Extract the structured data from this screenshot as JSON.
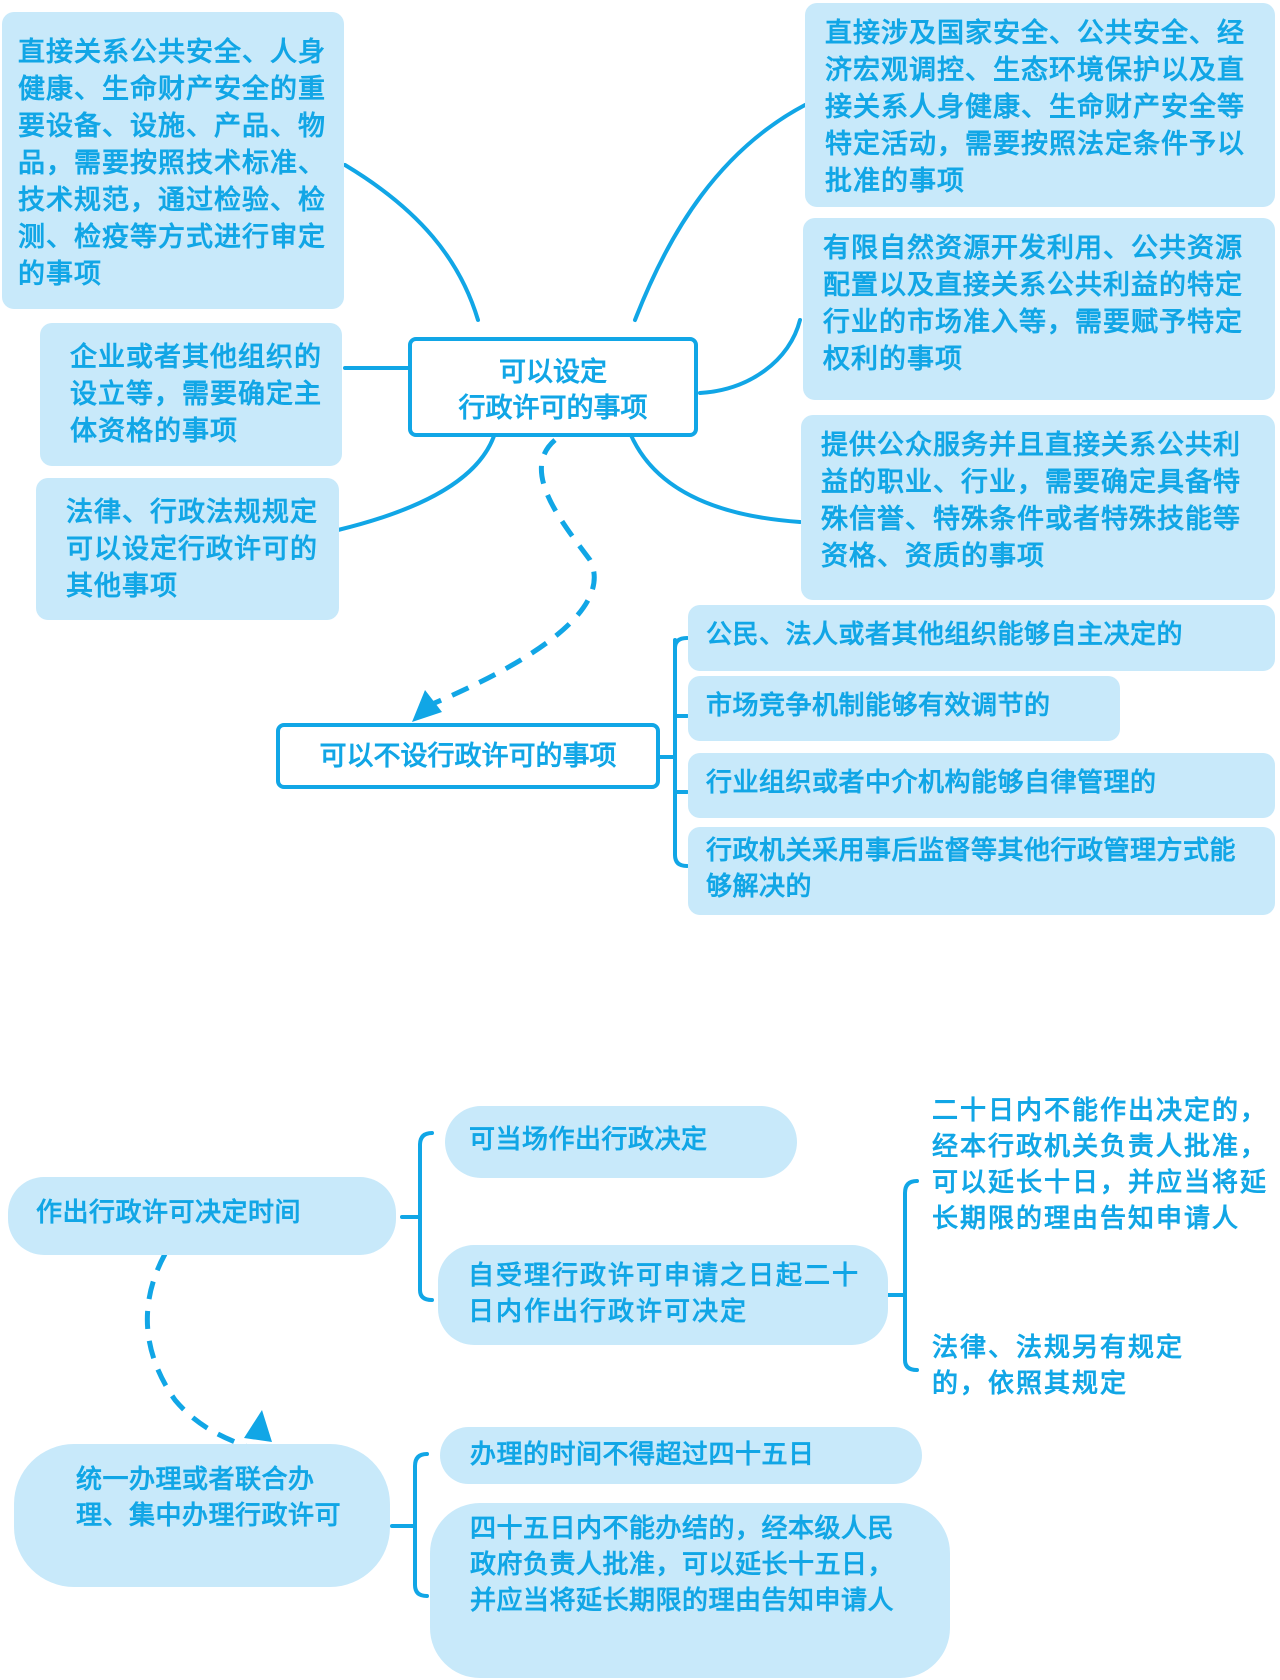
{
  "colors": {
    "primary": "#11a6e6",
    "box_fill": "#c8e9fa",
    "background": "#ffffff"
  },
  "diagram1": {
    "center": {
      "line1": "可以设定",
      "line2": "行政许可的事项"
    },
    "left_items": [
      "直接关系公共安全、人身健康、生命财产安全的重要设备、设施、产品、物品，需要按照技术标准、技术规范，通过检验、检测、检疫等方式进行审定的事项",
      "企业或者其他组织的设立等，需要确定主体资格的事项",
      "法律、行政法规规定可以设定行政许可的其他事项"
    ],
    "right_items": [
      "直接涉及国家安全、公共安全、经济宏观调控、生态环境保护以及直接关系人身健康、生命财产安全等特定活动，需要按照法定条件予以批准的事项",
      "有限自然资源开发利用、公共资源配置以及直接关系公共利益的特定行业的市场准入等，需要赋予特定权利的事项",
      "提供公众服务并且直接关系公共利益的职业、行业，需要确定具备特殊信誉、特殊条件或者特殊技能等资格、资质的事项"
    ]
  },
  "diagram2": {
    "root": "可以不设行政许可的事项",
    "items": [
      "公民、法人或者其他组织能够自主决定的",
      "市场竞争机制能够有效调节的",
      "行业组织或者中介机构能够自律管理的",
      "行政机关采用事后监督等其他行政管理方式能够解决的"
    ]
  },
  "diagram3": {
    "root": "作出行政许可决定时间",
    "items": [
      "可当场作出行政决定",
      "自受理行政许可申请之日起二十日内作出行政许可决定"
    ],
    "sub_items": [
      "二十日内不能作出决定的，经本行政机关负责人批准，可以延长十日，并应当将延长期限的理由告知申请人",
      "法律、法规另有规定的，依照其规定"
    ]
  },
  "diagram4": {
    "root": "统一办理或者联合办理、集中办理行政许可",
    "items": [
      "办理的时间不得超过四十五日",
      "四十五日内不能办结的，经本级人民政府负责人批准，可以延长十五日，并应当将延长期限的理由告知申请人"
    ]
  }
}
